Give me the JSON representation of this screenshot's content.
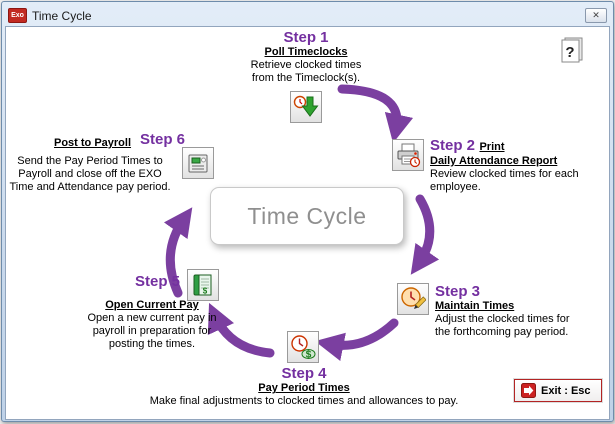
{
  "window": {
    "title": "Time Cycle",
    "app_badge": "Exo",
    "close_icon": "✕"
  },
  "center": {
    "label": "Time Cycle"
  },
  "steps": [
    {
      "label": "Step 1",
      "title": "Poll Timeclocks",
      "desc": "Retrieve clocked times from the Timeclock(s).",
      "icon": "poll-timeclocks-icon"
    },
    {
      "label": "Step 2",
      "title": "Print",
      "title2": "Daily Attendance Report",
      "desc": "Review clocked times for each employee.",
      "icon": "print-daily-attendance-icon"
    },
    {
      "label": "Step 3",
      "title": "Maintain Times",
      "desc": "Adjust the clocked times for the forthcoming pay period.",
      "icon": "maintain-times-icon"
    },
    {
      "label": "Step 4",
      "title": "Pay Period Times",
      "desc": "Make final adjustments to clocked times and allowances to pay.",
      "icon": "pay-period-times-icon"
    },
    {
      "label": "Step 5",
      "title": "Open Current Pay",
      "desc": "Open a new current pay in payroll in preparation for posting the times.",
      "icon": "open-current-pay-icon"
    },
    {
      "label": "Step 6",
      "title": "Post to Payroll",
      "desc": "Send the Pay Period Times to Payroll and close off the EXO Time and Attendance pay period.",
      "icon": "post-to-payroll-icon"
    }
  ],
  "exit_button": {
    "label": "Exit : Esc"
  },
  "colors": {
    "accent_purple": "#7430a0",
    "arrow_purple": "#7b3fa0",
    "exit_red": "#cc2222",
    "title_gray": "#8f8f8f"
  }
}
